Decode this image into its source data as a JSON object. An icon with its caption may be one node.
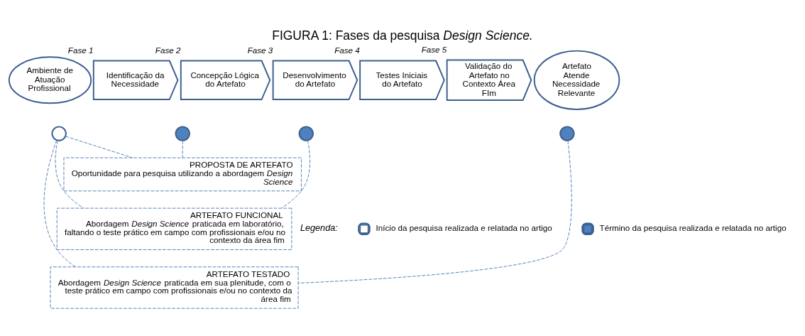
{
  "diagram": {
    "title": "FIGURA 1: Fases da pesquisa *Design Science*.",
    "nodes": [
      {
        "text": [
          "Ambiente de Atuação Profissional"
        ]
      },
      {
        "text": [
          "Identificação da Necessidade"
        ],
        "beside": [
          "Fase 1"
        ]
      },
      {
        "text": [
          "Concepção Lógica do Artefato"
        ],
        "beside": [
          "Fase 2"
        ]
      },
      {
        "text": [
          "Desenvolvimento do Artefato"
        ],
        "beside": [
          "Fase 3"
        ]
      },
      {
        "text": [
          "Testes Iniciais do Artefato"
        ],
        "beside": [
          "Fase 4"
        ]
      },
      {
        "text": [
          "Validação do Artefato no Contexto Área FIm"
        ],
        "beside": [
          "Fase 5"
        ]
      },
      {
        "text": [
          "Artefato Atende Necessidade Relevante"
        ]
      },
      {
        "text": [],
        "shape": "circle"
      },
      {
        "text": [],
        "shape": "circle"
      },
      {
        "text": [],
        "shape": "circle"
      },
      {
        "text": [],
        "shape": "circle"
      },
      {
        "text": [
          "PROPOSTA DE ARTEFATO",
          "Oportunidade para pesquisa utilizando a abordagem *Design Science*"
        ]
      },
      {
        "text": [
          "ARTEFATO FUNCIONAL",
          "Abordagem *Design Science* praticada em laboratório, faltando o teste prático em campo com profissionais e/ou no contexto da área fim"
        ]
      },
      {
        "text": [
          "ARTEFATO TESTADO",
          "Abordagem *Design Science* praticada em sua plenitude, com o teste prático em campo com profissionais e/ou no contexto da área fim"
        ]
      }
    ],
    "edges": [
      {
        "from": 7,
        "to": 11,
        "arrow": "none",
        "style": "dashed"
      },
      {
        "from": 8,
        "to": 11,
        "arrow": "none",
        "style": "dashed"
      },
      {
        "from": 7,
        "to": 12,
        "arrow": "none",
        "style": "dashed"
      },
      {
        "from": 9,
        "to": 12,
        "arrow": "none",
        "style": "dashed"
      },
      {
        "from": 7,
        "to": 13,
        "arrow": "none",
        "style": "dashed"
      },
      {
        "from": 10,
        "to": 13,
        "arrow": "none",
        "style": "dashed"
      }
    ],
    "labels": [
      "Legenda:"
    ],
    "legend": [
      {
        "text": "Início da pesquisa realizada e relatada no artigo"
      },
      {
        "text": "Término da pesquisa realizada e relatada no artigo"
      }
    ]
  }
}
